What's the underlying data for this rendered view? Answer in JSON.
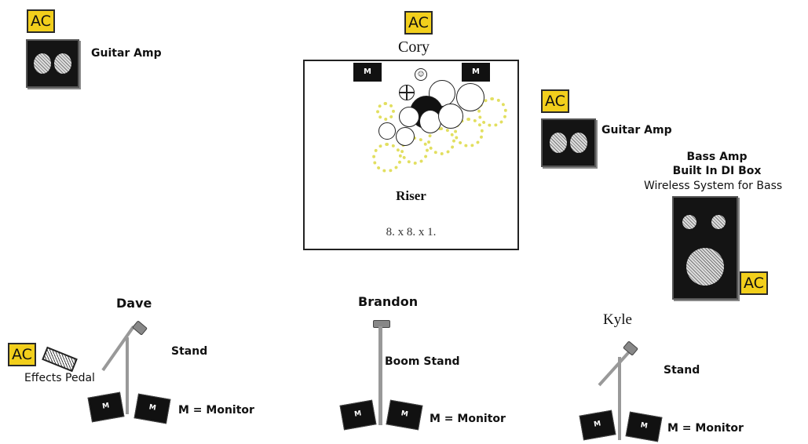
{
  "ac_label": "AC",
  "top_left_amp": {
    "label": "Guitar Amp"
  },
  "drum_riser": {
    "drummer": "Cory",
    "title": "Riser",
    "size": "8. x 8. x 1.",
    "monitor_letter": "M"
  },
  "right_guitar_amp": {
    "label": "Guitar Amp"
  },
  "bass_rig": {
    "line1": "Bass Amp",
    "line2": "Built In DI Box",
    "line3": "Wireless System for Bass"
  },
  "players": {
    "dave": {
      "name": "Dave",
      "stand": "Stand",
      "pedal": "Effects Pedal",
      "monitor_key": "M = Monitor"
    },
    "brandon": {
      "name": "Brandon",
      "stand": "Boom Stand",
      "monitor_key": "M = Monitor"
    },
    "kyle": {
      "name": "Kyle",
      "stand": "Stand",
      "monitor_key": "M = Monitor"
    }
  },
  "monitor_letter": "M",
  "colors": {
    "ac_yellow": "#f2cf1c",
    "cymbal": "#e2df60",
    "amp_black": "#141414"
  }
}
